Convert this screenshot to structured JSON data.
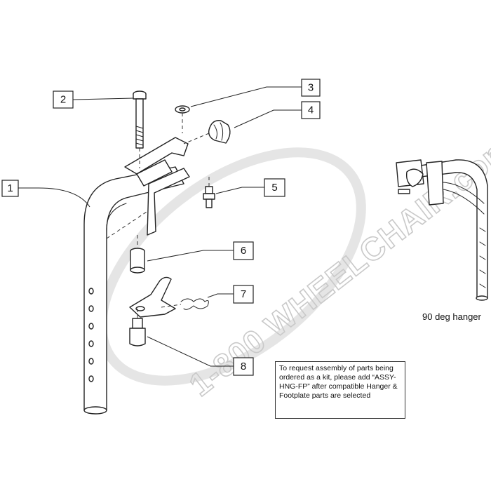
{
  "diagram": {
    "callouts": [
      {
        "id": "1",
        "label": "1"
      },
      {
        "id": "2",
        "label": "2"
      },
      {
        "id": "3",
        "label": "3"
      },
      {
        "id": "4",
        "label": "4"
      },
      {
        "id": "5",
        "label": "5"
      },
      {
        "id": "6",
        "label": "6"
      },
      {
        "id": "7",
        "label": "7"
      },
      {
        "id": "8",
        "label": "8"
      }
    ],
    "watermark": "1-800 WHEELCHAIR.com",
    "note": "To request assembly of parts being ordered as a kit, please add “ASSY-HNG-FP” after compatible Hanger & Footplate parts are selected",
    "inset_label": "90 deg hanger"
  }
}
